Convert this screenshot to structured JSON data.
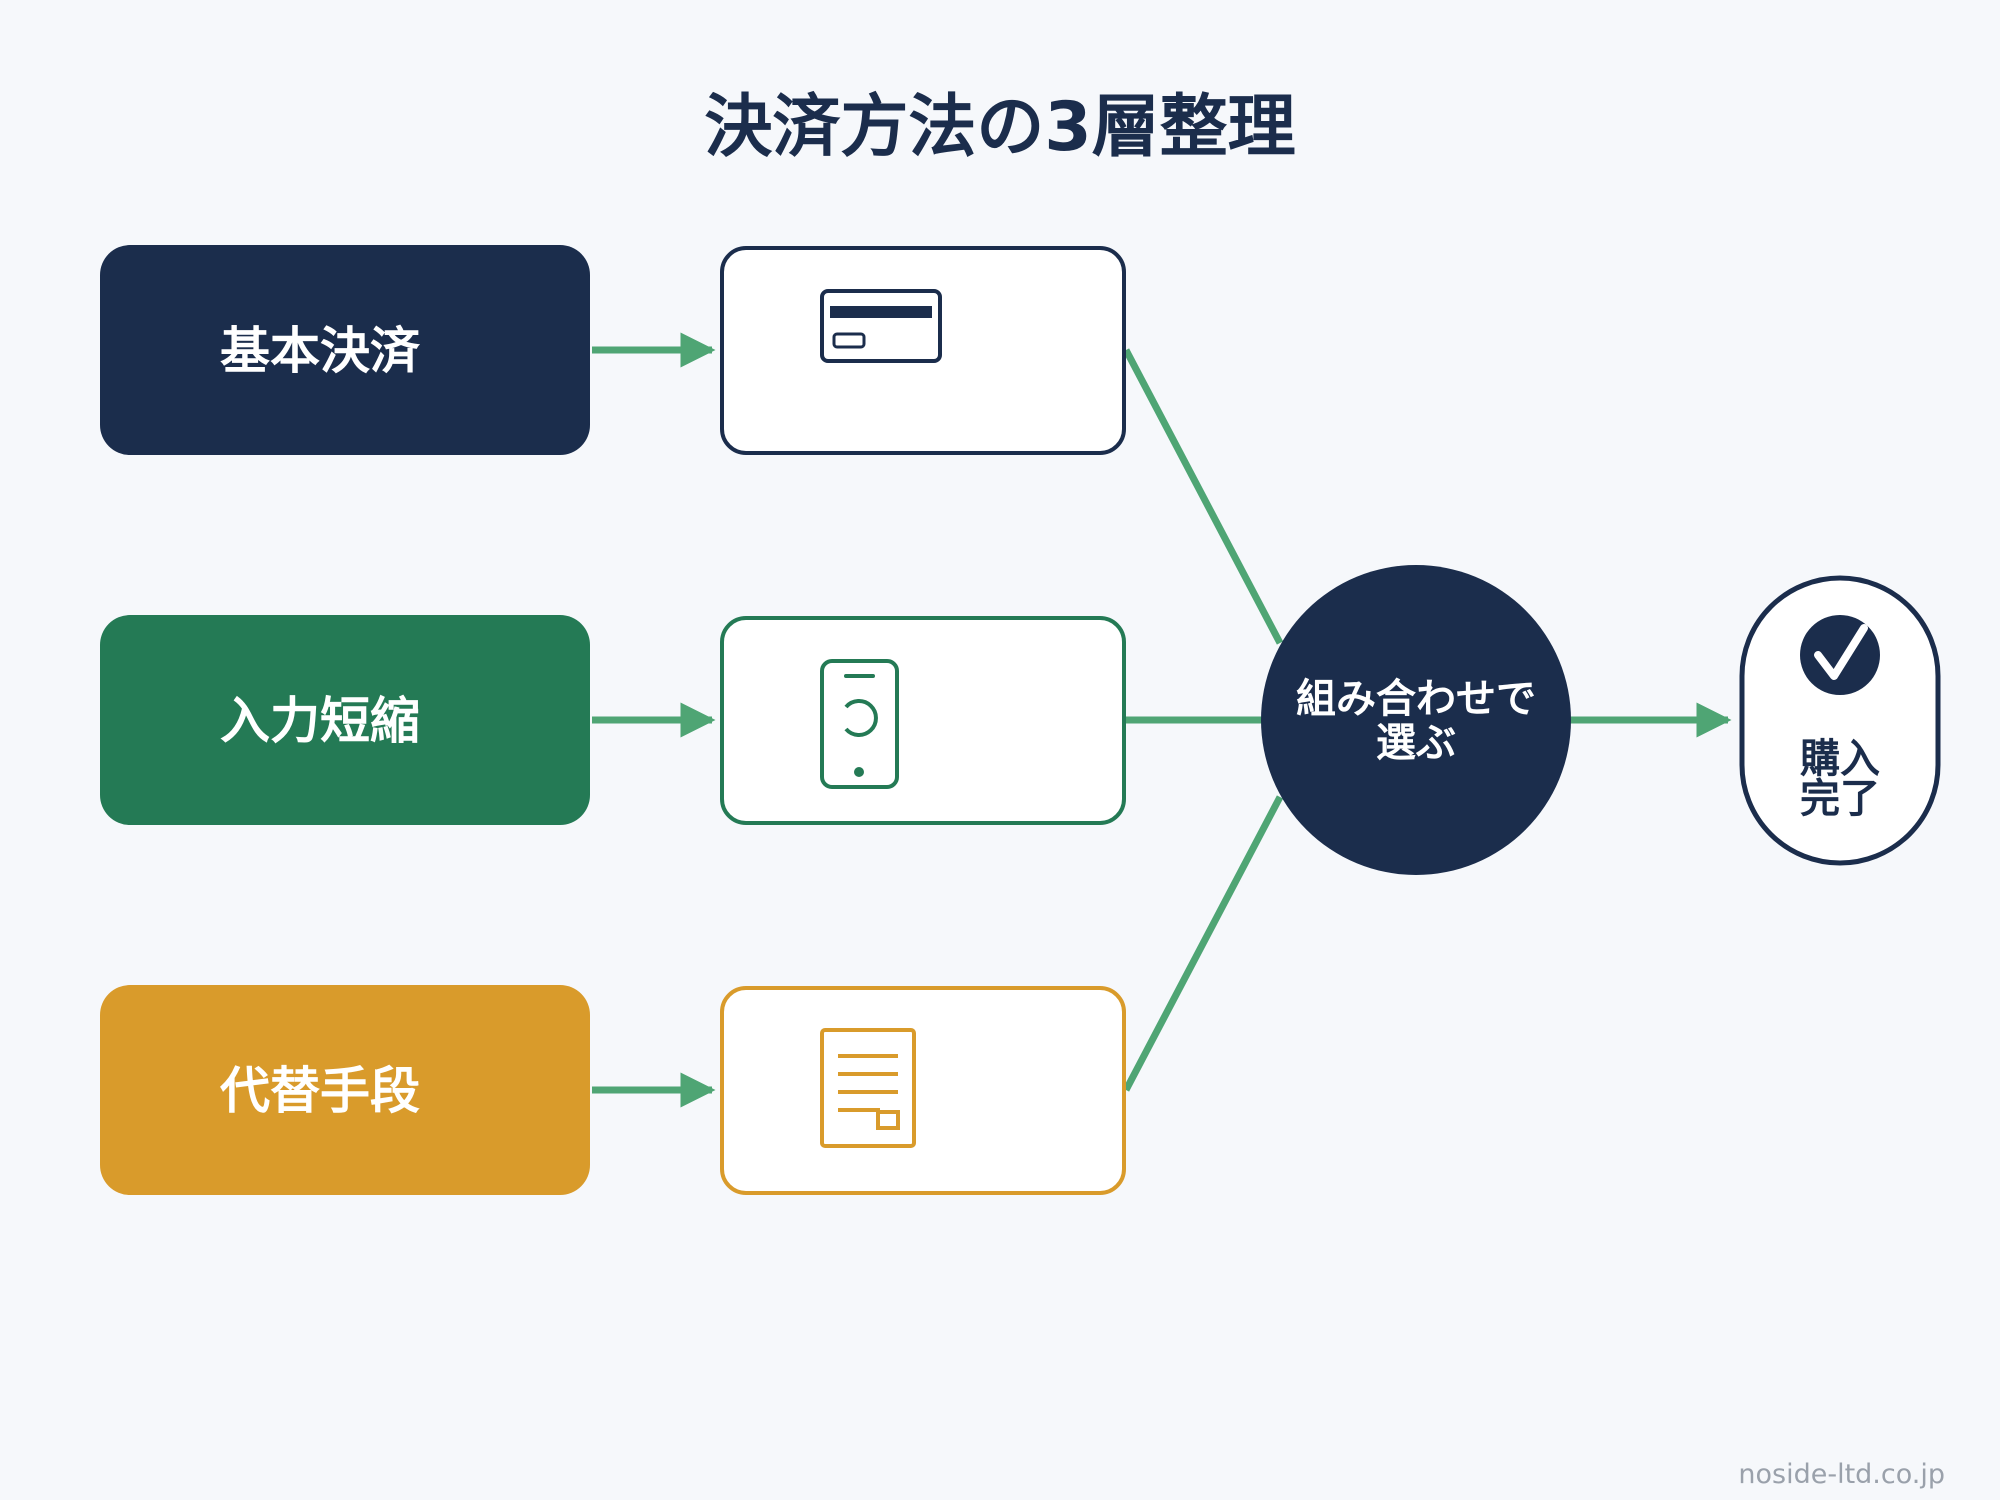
{
  "title": "決済方法の3層整理",
  "layers": [
    {
      "label": "基本決済",
      "color": "#1b2d4c",
      "icon": "credit-card-icon"
    },
    {
      "label": "入力短縮",
      "color": "#247a55",
      "icon": "smartphone-icon"
    },
    {
      "label": "代替手段",
      "color": "#d99b2b",
      "icon": "invoice-icon"
    }
  ],
  "hub": {
    "line1": "組み合わせで",
    "line2": "選ぶ",
    "color": "#1b2d4c"
  },
  "end": {
    "line1": "購入",
    "line2": "完了",
    "icon": "check-circle-icon"
  },
  "footer": "noside-ltd.co.jp",
  "colors": {
    "background": "#f6f8fb",
    "connector": "#4fa574",
    "navy": "#1b2d4c",
    "green": "#247a55",
    "gold": "#d99b2b"
  }
}
